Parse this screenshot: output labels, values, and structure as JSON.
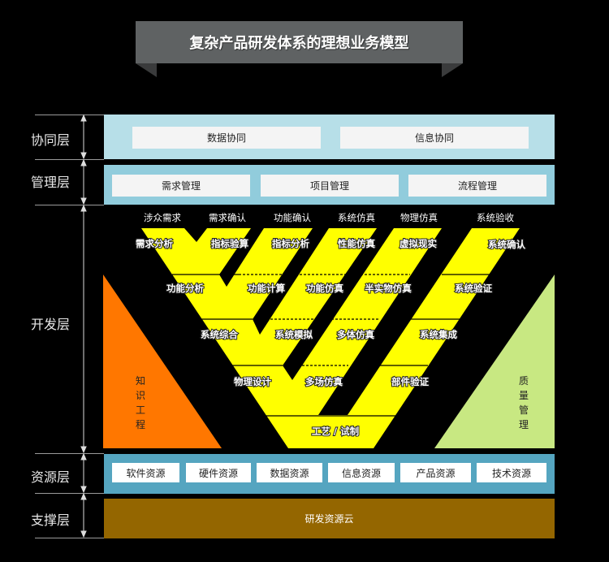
{
  "title": "复杂产品研发体系的理想业务模型",
  "layers": {
    "collab": {
      "label": "协同层",
      "items": [
        "数据协同",
        "信息协同"
      ]
    },
    "mgmt": {
      "label": "管理层",
      "items": [
        "需求管理",
        "项目管理",
        "流程管理"
      ]
    },
    "dev": {
      "label": "开发层"
    },
    "resource": {
      "label": "资源层",
      "items": [
        "软件资源",
        "硬件资源",
        "数据资源",
        "信息资源",
        "产品资源",
        "技术资源"
      ]
    },
    "support": {
      "label": "支撑层",
      "items": [
        "研发资源云"
      ]
    }
  },
  "vmodel": {
    "top": [
      "涉众需求",
      "需求确认",
      "功能确认",
      "系统仿真",
      "物理仿真",
      "系统验收"
    ],
    "row1": [
      "需求分析",
      "指标验算",
      "指标分析",
      "性能仿真",
      "虚拟现实",
      "系统确认"
    ],
    "row2": [
      "功能分析",
      "功能计算",
      "功能仿真",
      "半实物仿真",
      "系统验证"
    ],
    "row3": [
      "系统综合",
      "系统模拟",
      "多体仿真",
      "系统集成"
    ],
    "row4": [
      "物理设计",
      "多场仿真",
      "部件验证"
    ],
    "bottom": "工艺 / 试制",
    "left_triangle": [
      "知",
      "识",
      "工",
      "程"
    ],
    "right_triangle": [
      "质",
      "量",
      "管",
      "理"
    ]
  },
  "colors": {
    "banner": "#5f6263",
    "collab": "#b7dfe8",
    "mgmt": "#91ccdc",
    "resource": "#55a5c0",
    "support": "#946600",
    "v": "#ffff00",
    "knowledge": "#ff7700",
    "quality": "#c8e882"
  }
}
